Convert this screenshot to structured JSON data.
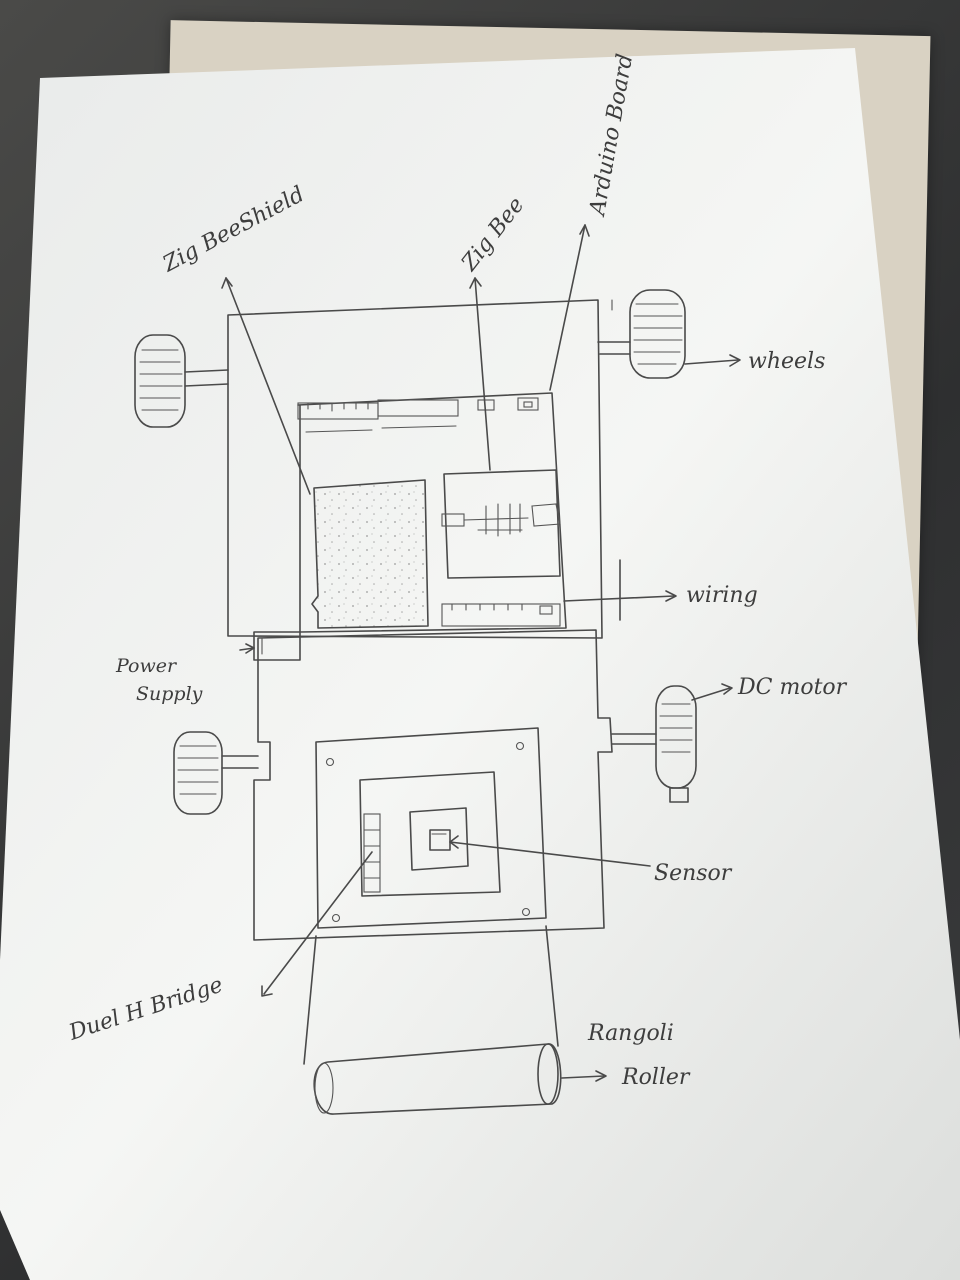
{
  "labels": {
    "zigbee_shield": "Zig BeeShield",
    "zigbee": "Zig Bee",
    "arduino_board": "Arduino Board",
    "wheels": "wheels",
    "wiring": "wiring",
    "power_supply_1": "Power",
    "power_supply_2": "Supply",
    "dc_motor": "DC motor",
    "sensor": "Sensor",
    "dual_h_bridge": "Duel H Bridge",
    "rangoli_roller_1": "Rangoli",
    "rangoli_roller_2": "Roller"
  },
  "colors": {
    "pencil": "#4a4a4a",
    "paper": "#f3f4f2",
    "background": "#3a3b3c"
  }
}
